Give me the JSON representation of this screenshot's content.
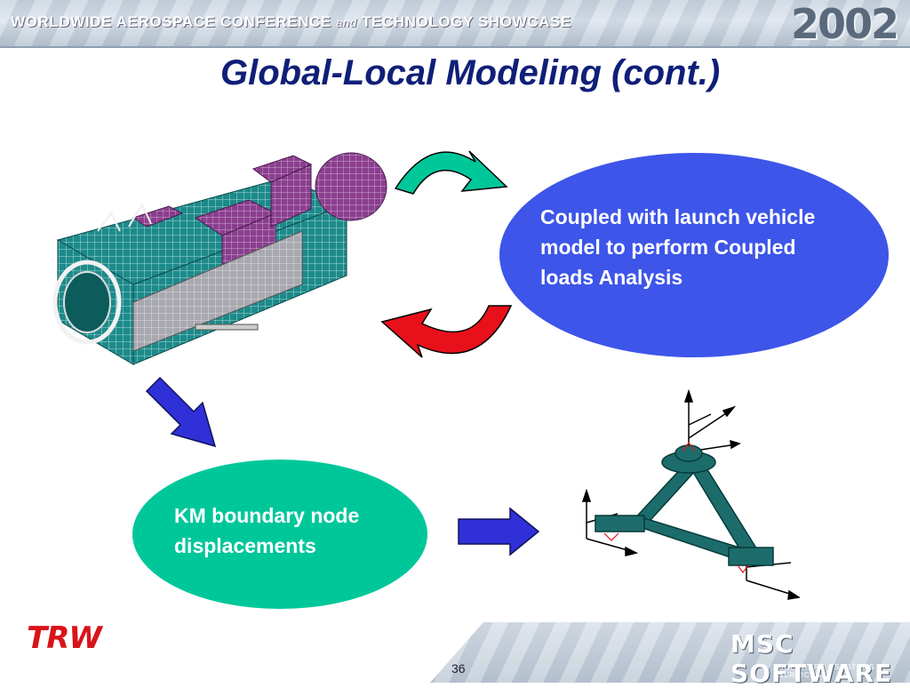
{
  "banner": {
    "conference_text_1": "WORLDWIDE AEROSPACE CONFERENCE",
    "conference_and": "and",
    "conference_text_2": "TECHNOLOGY SHOWCASE",
    "year": "2002"
  },
  "slide": {
    "title": "Global-Local Modeling (cont.)",
    "blue_ellipse_text": "Coupled with launch vehicle model to perform Coupled loads Analysis",
    "green_ellipse_text": "KM boundary node displacements"
  },
  "footer": {
    "left_logo": "TRW",
    "page_number": "36",
    "right_logo_main": "MSC SOFTWARE",
    "right_logo_sub": "SOFTWARE • SYSTEMS • SERVICES"
  },
  "colors": {
    "title": "#0f1f78",
    "blue_ellipse": "#3d55e9",
    "green_ellipse": "#00c79a",
    "green_arrow": "#00c79a",
    "red_arrow": "#e8101a",
    "blue_arrow": "#3030d8"
  },
  "icons": [
    "curved-green-arrow-icon",
    "curved-red-arrow-icon",
    "diagonal-blue-arrow-icon",
    "right-blue-arrow-icon"
  ]
}
